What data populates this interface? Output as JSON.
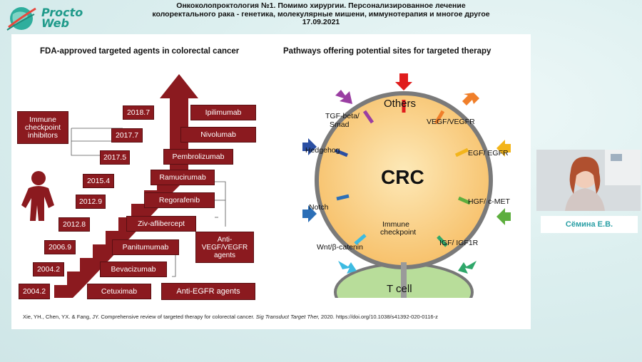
{
  "logo": {
    "line1": "Procto",
    "line2": "Web"
  },
  "header": {
    "line1": "Онкоколопроктология №1. Помимо хирургии. Персонализированное лечение",
    "line2": "колоректального рака - генетика, молекулярные мишени, иммунотерапия и многое другое",
    "line3": "17.09.2021"
  },
  "slide": {
    "left_title": "FDA-approved targeted agents in colorectal cancer",
    "right_title": "Pathways offering potential sites for targeted therapy",
    "cite_a": "Xie, YH., Chen, YX. & Fang, JY. Comprehensive review of targeted therapy for colorectal cancer. ",
    "cite_journal": "Sig Transduct Target Ther,",
    "cite_b": " 2020. https://doi.org/10.1038/s41392-020-0116-z"
  },
  "left": {
    "immune_label": "Immune checkpoint inhibitors",
    "years": [
      "2018.7",
      "2017.7",
      "2017.5",
      "2015.4",
      "2012.9",
      "2012.8",
      "2006.9",
      "2004.2",
      "2004.2"
    ],
    "drugs": [
      "Ipilimumab",
      "Nivolumab",
      "Pembrolizumab",
      "Ramucirumab",
      "Regorafenib",
      "Ziv-aflibercept",
      "Panitumumab",
      "Bevacizumab",
      "Cetuximab"
    ],
    "anti_vegf": "Anti-VEGF/VEGFR agents",
    "anti_egfr": "Anti-EGFR agents"
  },
  "right": {
    "others": "Others",
    "vegf": "VEGF/VEGFR",
    "egf": "EGF/ EGFR",
    "hgf": "HGF/ c-MET",
    "igf": "IGF/ IGF1R",
    "wnt": "Wnt/β-catenin",
    "notch": "Notch",
    "hedgehog": "Hedgehog",
    "tgf_line1": "TGF-beta/",
    "tgf_line2": "Smad",
    "crc": "CRC",
    "immune_line1": "Immune",
    "immune_line2": "checkpoint",
    "t_cell": "T cell"
  },
  "speaker": {
    "name": "Сёмина Е.В."
  }
}
